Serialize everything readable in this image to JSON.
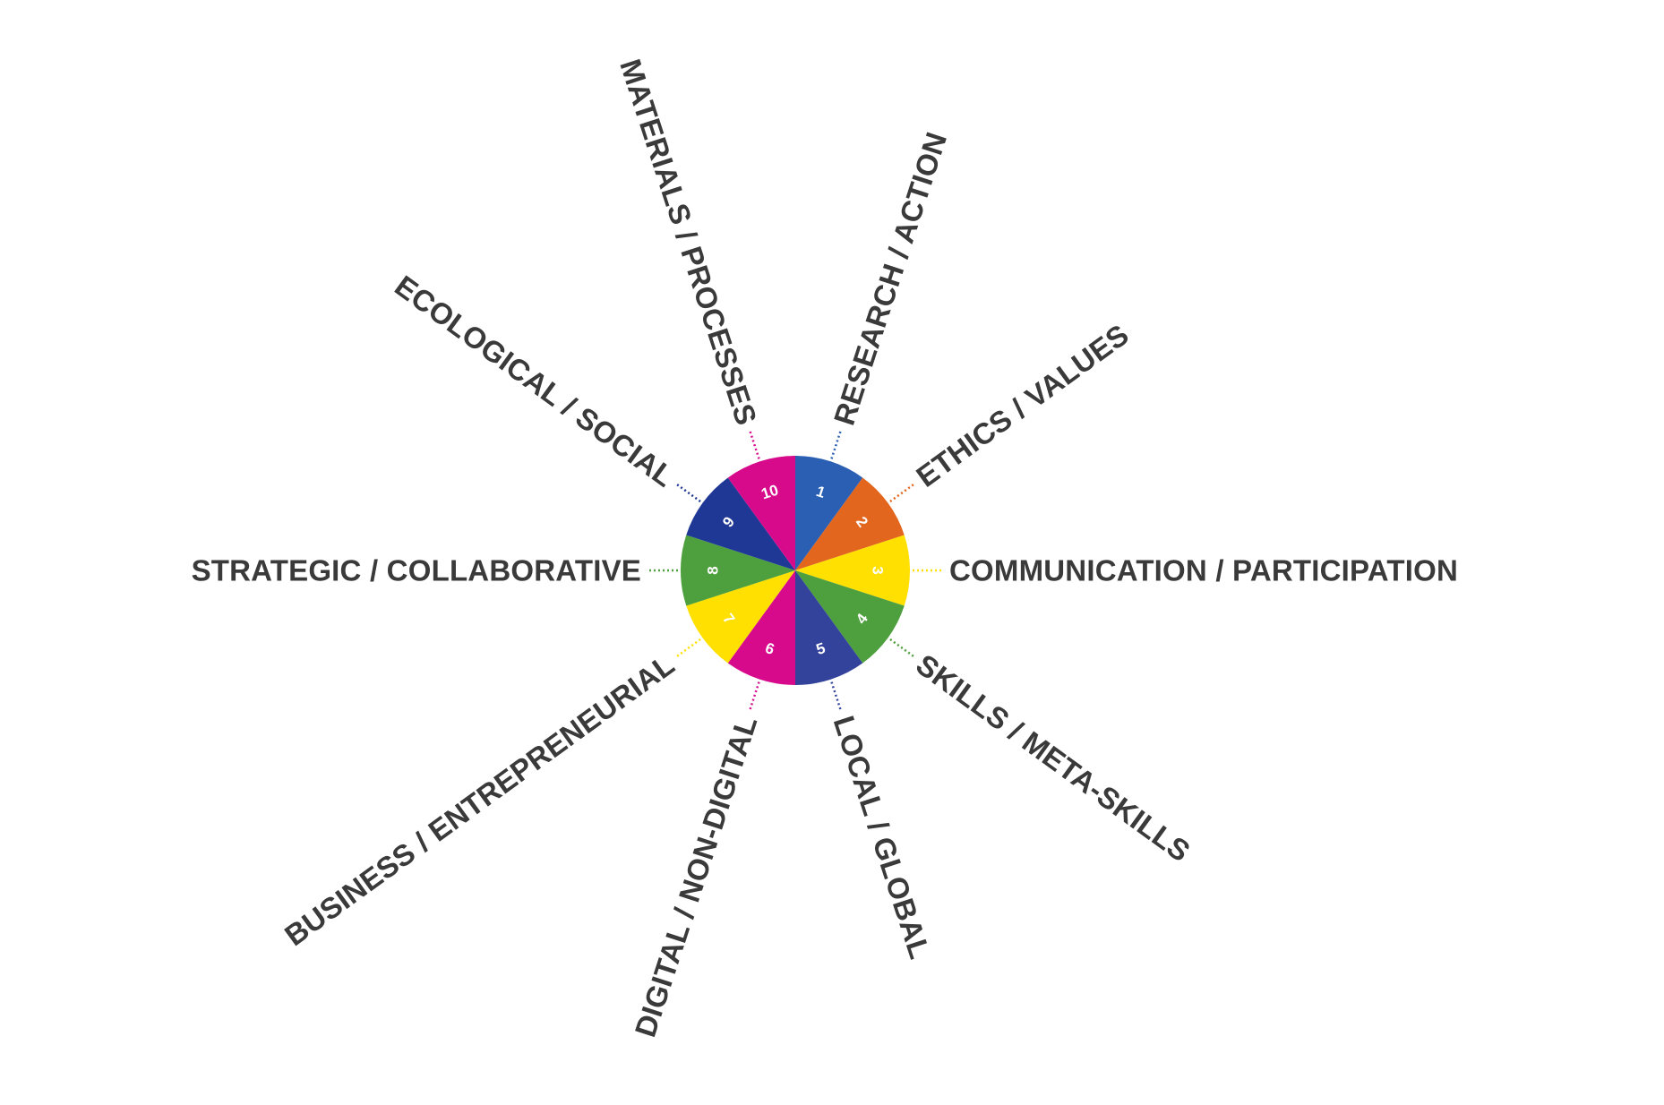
{
  "segments": [
    {
      "number": "1",
      "label": "RESEARCH / ACTION",
      "color": "#2a5fb4"
    },
    {
      "number": "2",
      "label": "ETHICS / VALUES",
      "color": "#e2661e"
    },
    {
      "number": "3",
      "label": "COMMUNICATION / PARTICIPATION",
      "color": "#ffe000"
    },
    {
      "number": "4",
      "label": "SKILLS / META-SKILLS",
      "color": "#4e9f3d"
    },
    {
      "number": "5",
      "label": "LOCAL / GLOBAL",
      "color": "#33429b"
    },
    {
      "number": "6",
      "label": "DIGITAL / NON-DIGITAL",
      "color": "#d70a8c"
    },
    {
      "number": "7",
      "label": "BUSINESS / ENTREPRENEURIAL",
      "color": "#ffe000"
    },
    {
      "number": "8",
      "label": "STRATEGIC / COLLABORATIVE",
      "color": "#4e9f3d"
    },
    {
      "number": "9",
      "label": "ECOLOGICAL / SOCIAL",
      "color": "#1f3895"
    },
    {
      "number": "10",
      "label": "MATERIALS / PROCESSES",
      "color": "#d70a8c"
    }
  ]
}
